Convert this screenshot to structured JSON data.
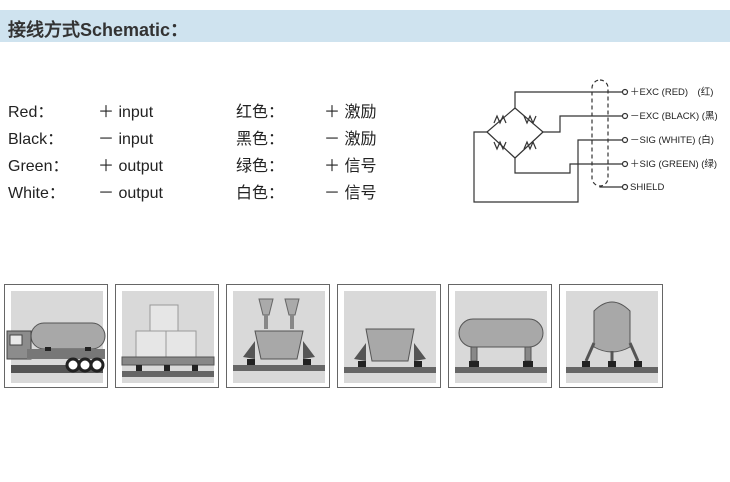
{
  "header": {
    "title": "接线方式Schematic："
  },
  "wiring": {
    "rows": [
      {
        "en_color": "Red：",
        "en_desc": "＋ input",
        "zh_color": "红色：",
        "zh_desc": "＋ 激励"
      },
      {
        "en_color": "Black：",
        "en_desc": "－ input",
        "zh_color": "黑色：",
        "zh_desc": "－ 激励"
      },
      {
        "en_color": "Green：",
        "en_desc": "＋ output",
        "zh_color": "绿色：",
        "zh_desc": "＋ 信号"
      },
      {
        "en_color": "White：",
        "en_desc": "－ output",
        "zh_color": "白色：",
        "zh_desc": "－ 信号"
      }
    ]
  },
  "schematic": {
    "labels": [
      "＋EXC (RED)　(红)",
      "－EXC (BLACK) (黑)",
      "－SIG (WHITE) (白)",
      "＋SIG (GREEN) (绿)",
      "SHIELD"
    ]
  },
  "applications": [
    {
      "icon": "tanker-truck-icon"
    },
    {
      "icon": "platform-scale-boxes-icon"
    },
    {
      "icon": "twin-hopper-icon"
    },
    {
      "icon": "hopper-icon"
    },
    {
      "icon": "horizontal-tank-icon"
    },
    {
      "icon": "vertical-tank-icon"
    }
  ]
}
